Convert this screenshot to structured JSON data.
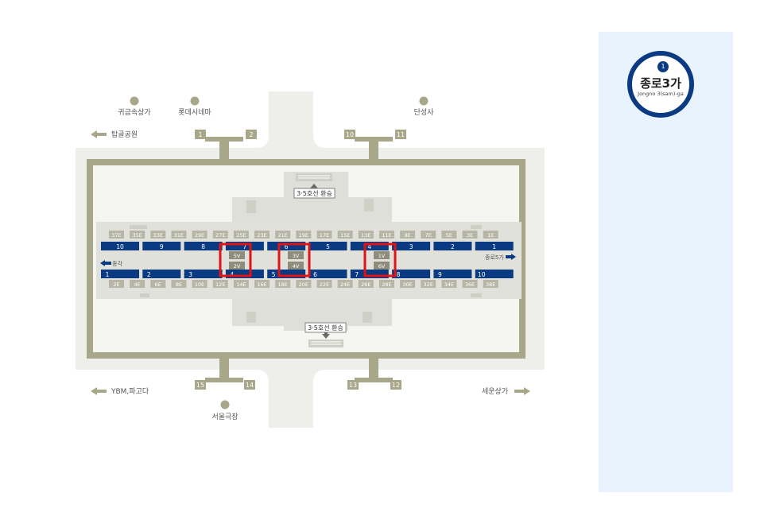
{
  "station": {
    "line_number": "1",
    "name_ko": "종로3가",
    "name_en": "Jongno 3(sam)-ga",
    "line_color": "#0a3a82"
  },
  "landmarks": {
    "top": [
      "귀금속상가",
      "롯데시네마",
      "단성사"
    ],
    "bottom": [
      "서울극장"
    ]
  },
  "directions": {
    "top_left": "탑골공원",
    "bottom_left": "YBM,파고다",
    "bottom_right": "세운상가",
    "west": "종각",
    "east": "종로5가"
  },
  "exits": {
    "top": [
      "1",
      "2",
      "10",
      "11"
    ],
    "bottom": [
      "15",
      "14",
      "13",
      "12"
    ]
  },
  "transfer_labels": [
    "3·5호선 환승",
    "3·5호선 환승"
  ],
  "doors_top": [
    "37E",
    "35E",
    "33E",
    "31E",
    "29E",
    "27E",
    "25E",
    "23E",
    "21E",
    "19E",
    "17E",
    "15E",
    "13E",
    "11E",
    "9E",
    "7E",
    "5E",
    "3E",
    "1E"
  ],
  "doors_bottom": [
    "2E",
    "4E",
    "6E",
    "8E",
    "10E",
    "12E",
    "14E",
    "16E",
    "18E",
    "20E",
    "22E",
    "24E",
    "26E",
    "28E",
    "30E",
    "32E",
    "34E",
    "36E",
    "38E"
  ],
  "cars_top": [
    "10",
    "9",
    "8",
    "7",
    "6",
    "5",
    "4",
    "3",
    "2",
    "1"
  ],
  "cars_bottom": [
    "1",
    "2",
    "3",
    "4",
    "5",
    "6",
    "7",
    "8",
    "9",
    "10"
  ],
  "elevators": [
    {
      "top": "5V",
      "bottom": "2V"
    },
    {
      "top": "3V",
      "bottom": "4V"
    },
    {
      "top": "1V",
      "bottom": "6V"
    }
  ],
  "colors": {
    "wall": "#a9a78a",
    "floor": "#e7e7e2",
    "track": "#0a3a82",
    "highlight": "#e01414",
    "panel": "#e8f3fd"
  }
}
